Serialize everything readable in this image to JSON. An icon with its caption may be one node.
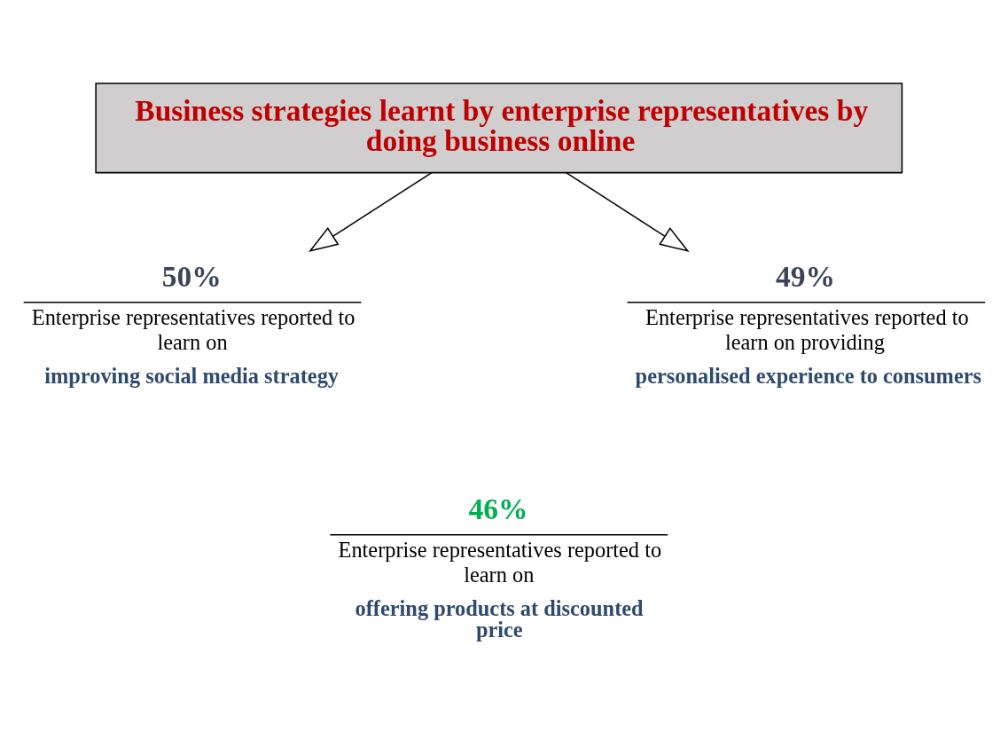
{
  "diagram": {
    "nodes": [
      {
        "text": [
          "Business strategies learnt by enterprise representatives by doing business online"
        ]
      },
      {
        "text": [
          "50%",
          "Enterprise representatives reported to learn on",
          "improving social media strategy"
        ]
      },
      {
        "text": [
          "49%",
          "Enterprise representatives reported to learn on providing",
          "personalised experience to consumers"
        ]
      }
    ],
    "edges": [
      {
        "from": 0,
        "to": 1,
        "arrow": "to"
      },
      {
        "from": 0,
        "to": 2,
        "arrow": "to"
      }
    ],
    "labels": [
      "46%",
      "Enterprise representatives reported to learn on",
      "offering products at discounted price"
    ]
  }
}
